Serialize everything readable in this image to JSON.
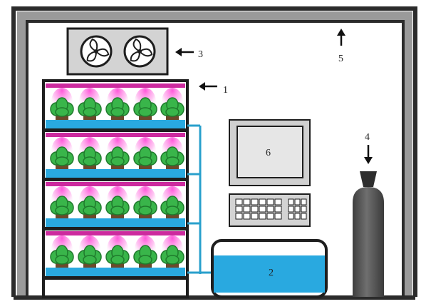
{
  "labels": {
    "shelf": "1",
    "tank": "2",
    "fans": "3",
    "cylinder": "4",
    "exhaust": "5",
    "monitor": "6"
  },
  "layout_grid": {
    "tiers": 4,
    "plants_per_tier": 5
  },
  "icons": {
    "fan": "fan-icon",
    "plant": "plant-icon",
    "grow_light": "grow-light-icon",
    "arrow": "arrow-icon",
    "keyboard": "keyboard-icon",
    "cylinder": "gas-cylinder-icon"
  },
  "colors": {
    "wall_outer": "#2b2b2b",
    "wall_inner": "#9a9a9a",
    "water": "#29a9e0",
    "pipe": "#29a0cc",
    "grow_light": "#cc2a9e",
    "glow": "#ff66dd",
    "leaf": "#39b54a",
    "leaf_dark": "#1f7a2c",
    "pot": "#6b4a2c",
    "cylinder": "#5a5a5a",
    "screen_frame": "#d0d0d0",
    "screen": "#e6e6e6"
  }
}
